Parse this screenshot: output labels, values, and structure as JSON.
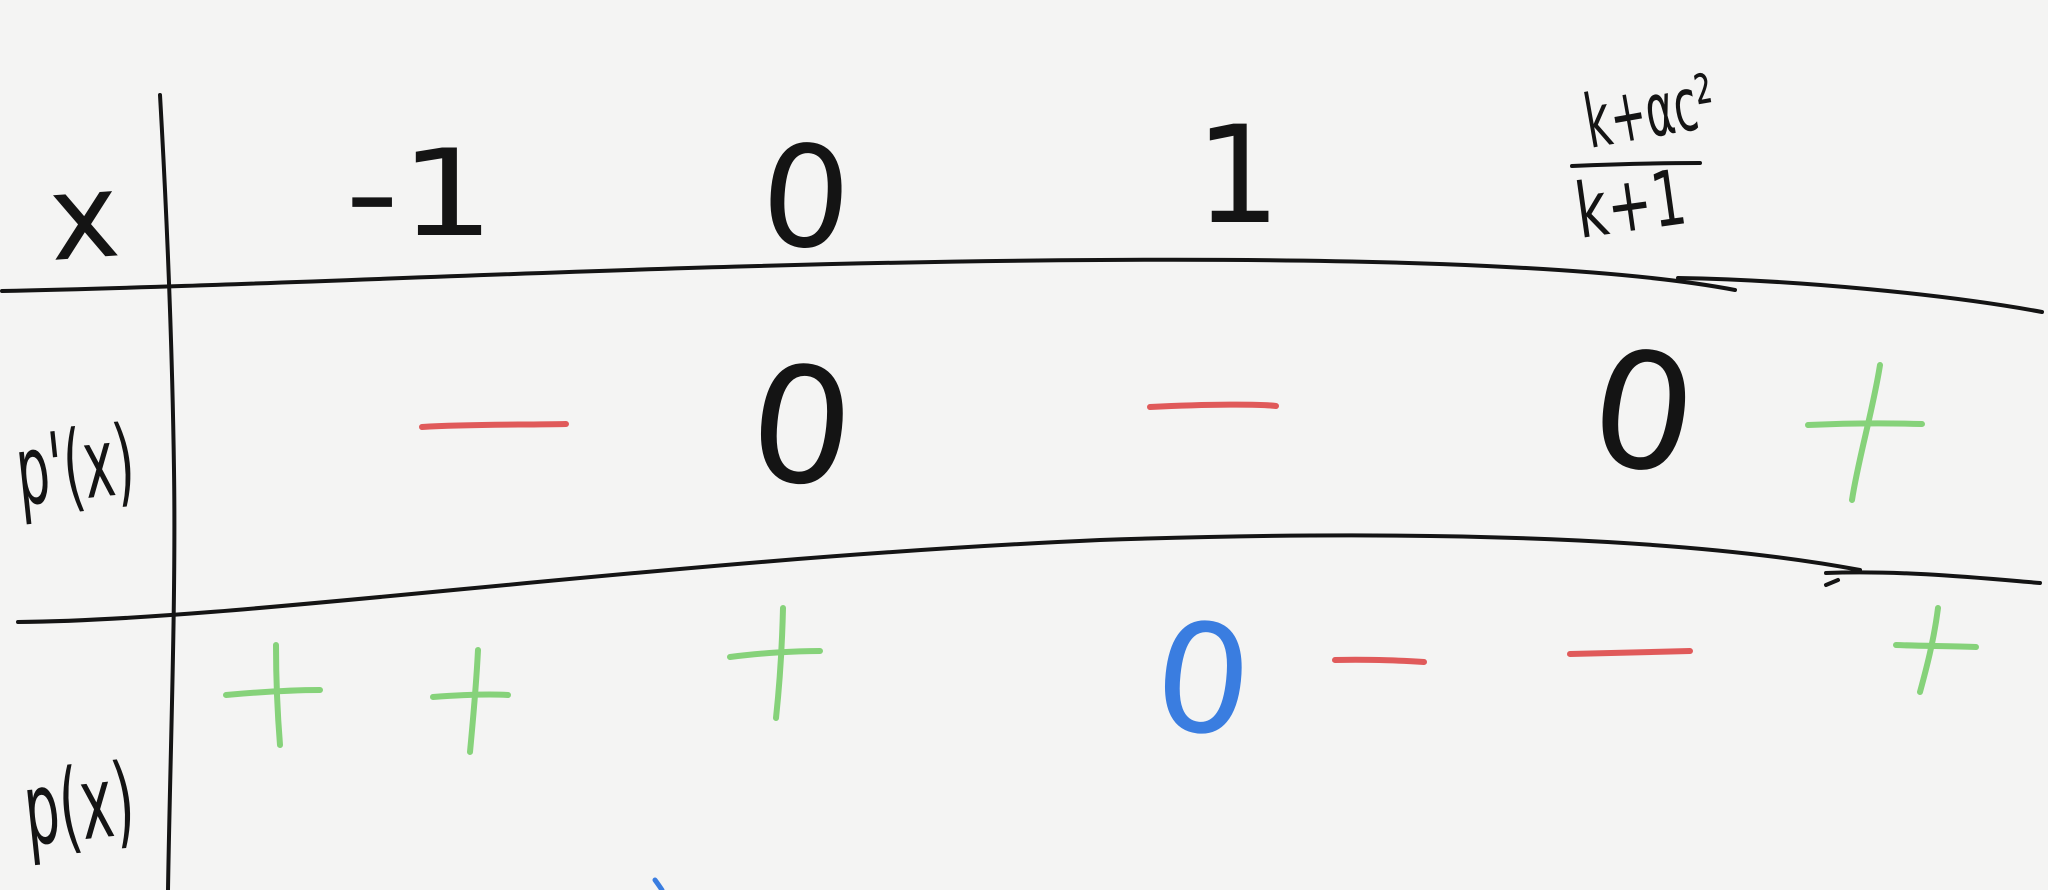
{
  "colors": {
    "ink": "#141414",
    "negative": "#e05a5a",
    "positive": "#86d27a",
    "zero_highlight": "#3a7de0",
    "paper": "#f4f4f3"
  },
  "rows": {
    "x_label": "x",
    "p_prime_label": "p'(x)",
    "p_label": "p(x)"
  },
  "header": {
    "x_values": [
      "-1",
      "0",
      "1"
    ],
    "fraction_numerator": "k+αc²",
    "fraction_denominator": "k+1"
  },
  "p_prime_row": {
    "entries": [
      "−",
      "0",
      "−",
      "0",
      "+"
    ]
  },
  "p_row": {
    "entries": [
      "+",
      "+",
      "+",
      "0",
      "−",
      "−",
      "+"
    ]
  }
}
